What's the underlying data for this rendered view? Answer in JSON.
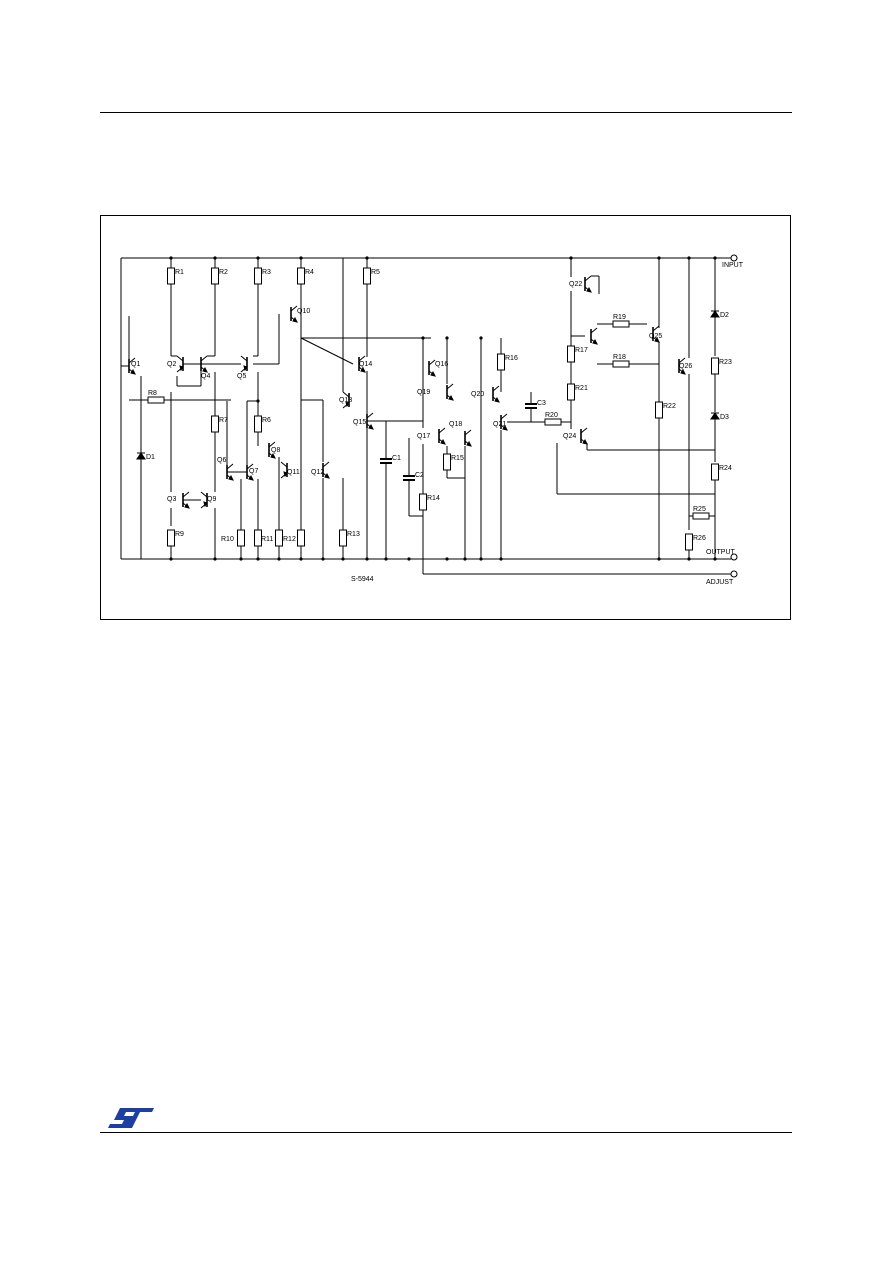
{
  "figure": {
    "ref_code": "S-5944",
    "terminals": [
      "INPUT",
      "OUTPUT",
      "ADJUST"
    ],
    "components": {
      "transistors": [
        "Q1",
        "Q2",
        "Q3",
        "Q4",
        "Q5",
        "Q6",
        "Q7",
        "Q8",
        "Q9",
        "Q10",
        "Q11",
        "Q12",
        "Q13",
        "Q14",
        "Q15",
        "Q16",
        "Q17",
        "Q18",
        "Q19",
        "Q20",
        "Q21",
        "Q22",
        "Q24",
        "Q25",
        "Q26"
      ],
      "resistors": [
        "R1",
        "R2",
        "R3",
        "R4",
        "R5",
        "R6",
        "R7",
        "R8",
        "R9",
        "R10",
        "R11",
        "R12",
        "R13",
        "R14",
        "R15",
        "R16",
        "R17",
        "R18",
        "R19",
        "R20",
        "R21",
        "R22",
        "R23",
        "R24",
        "R25",
        "R26"
      ],
      "capacitors": [
        "C1",
        "C2",
        "C3"
      ],
      "diodes": [
        "D1",
        "D2",
        "D3"
      ]
    }
  },
  "footer": {
    "logo_text": "ST"
  },
  "colors": {
    "ink": "#000000",
    "background": "#ffffff"
  }
}
